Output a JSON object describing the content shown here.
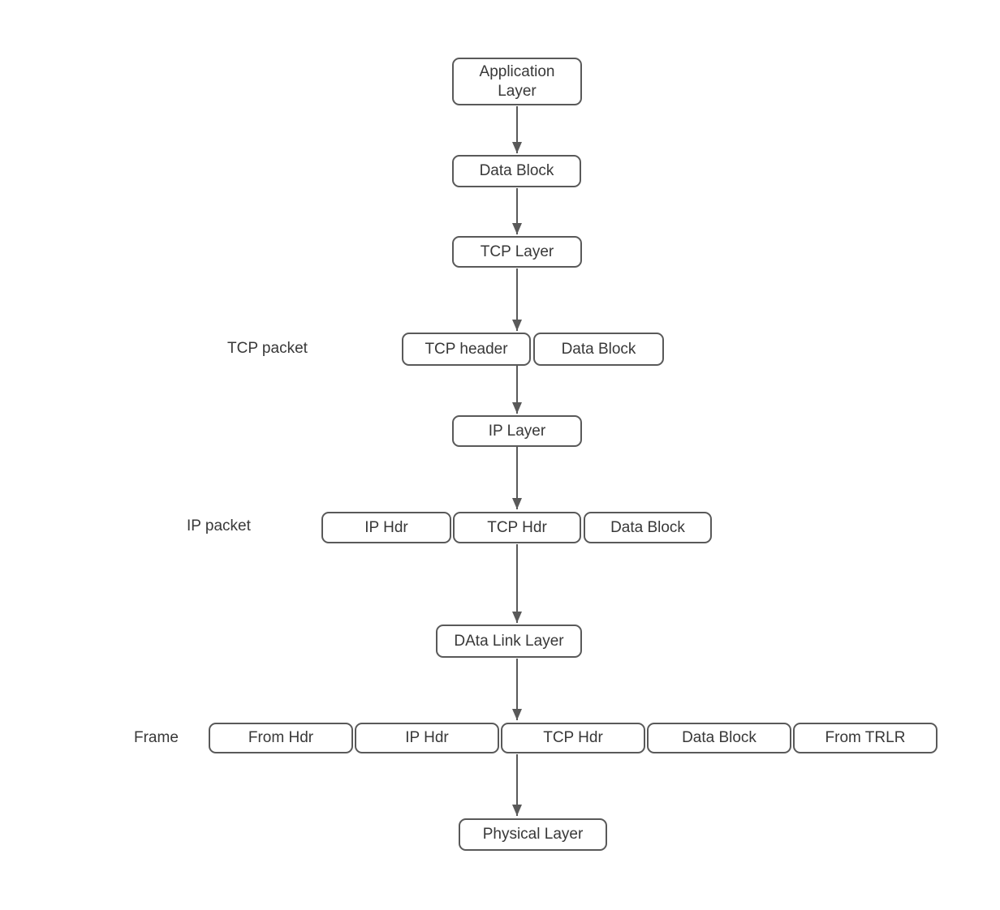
{
  "colors": {
    "stroke": "#595959",
    "text": "#383838",
    "background": "#ffffff"
  },
  "nodes": {
    "application_layer": "Application Layer",
    "app_data_block": "Data Block",
    "tcp_layer": "TCP Layer",
    "tcp_header": "TCP header",
    "tcp_data_block": "Data Block",
    "ip_layer": "IP Layer",
    "ip_hdr": "IP Hdr",
    "ip_tcp_hdr": "TCP Hdr",
    "ip_data_block": "Data Block",
    "data_link_layer": "DAta Link Layer",
    "frame_from_hdr": "From Hdr",
    "frame_ip_hdr": "IP Hdr",
    "frame_tcp_hdr": "TCP Hdr",
    "frame_data_block": "Data Block",
    "frame_from_trlr": "From TRLR",
    "physical_layer": "Physical Layer"
  },
  "row_labels": {
    "tcp_packet": "TCP packet",
    "ip_packet": "IP packet",
    "frame": "Frame"
  }
}
